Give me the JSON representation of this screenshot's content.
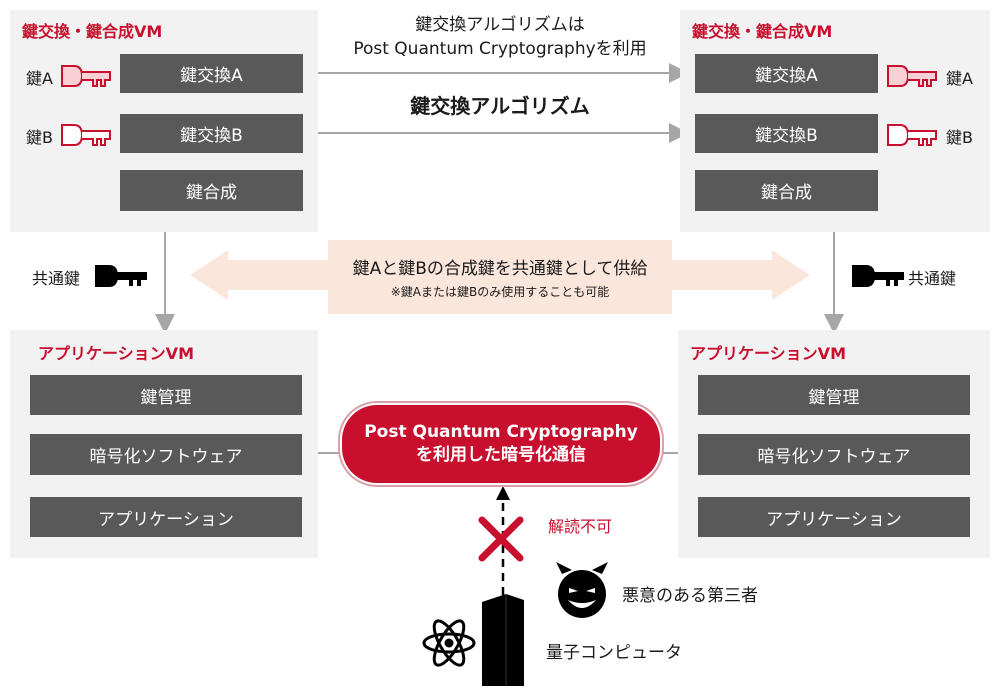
{
  "left_kex": {
    "title": "鍵交換・鍵合成VM",
    "box_a": "鍵交換A",
    "box_b": "鍵交換B",
    "box_combine": "鍵合成",
    "key_a_label": "鍵A",
    "key_b_label": "鍵B"
  },
  "right_kex": {
    "title": "鍵交換・鍵合成VM",
    "box_a": "鍵交換A",
    "box_b": "鍵交換B",
    "box_combine": "鍵合成",
    "key_a_label": "鍵A",
    "key_b_label": "鍵B"
  },
  "top_note": {
    "line1": "鍵交換アルゴリズムは",
    "line2": "Post Quantum Cryptographyを利用"
  },
  "algorithm_label": "鍵交換アルゴリズム",
  "shared_key": {
    "left_label": "共通鍵",
    "right_label": "共通鍵"
  },
  "supply": {
    "main": "鍵Aと鍵Bの合成鍵を共通鍵として供給",
    "note": "※鍵Aまたは鍵Bのみ使用することも可能"
  },
  "left_app": {
    "title": "アプリケーションVM",
    "box_keymgmt": "鍵管理",
    "box_crypto": "暗号化ソフトウェア",
    "box_app": "アプリケーション"
  },
  "right_app": {
    "title": "アプリケーションVM",
    "box_keymgmt": "鍵管理",
    "box_crypto": "暗号化ソフトウェア",
    "box_app": "アプリケーション"
  },
  "pqc_channel": {
    "line1": "Post Quantum Cryptography",
    "line2": "を利用した暗号化通信"
  },
  "attack": {
    "undecryptable": "解読不可",
    "attacker_label": "悪意のある第三者",
    "quantum_label": "量子コンピュータ"
  },
  "colors": {
    "accent_red": "#c8102e",
    "box_gray": "#595959",
    "panel_gray": "#f2f2f2",
    "supply_band": "#fbe6dc"
  }
}
